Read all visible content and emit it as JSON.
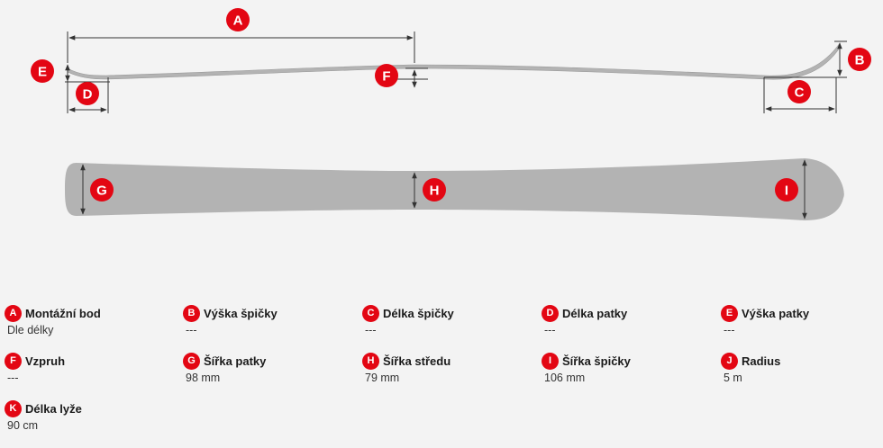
{
  "markers": {
    "A": "A",
    "B": "B",
    "C": "C",
    "D": "D",
    "E": "E",
    "F": "F",
    "G": "G",
    "H": "H",
    "I": "I",
    "J": "J",
    "K": "K"
  },
  "legend": [
    {
      "letter": "A",
      "label": "Montážní bod",
      "value": "Dle délky"
    },
    {
      "letter": "B",
      "label": "Výška špičky",
      "value": "---"
    },
    {
      "letter": "C",
      "label": "Délka špičky",
      "value": "---"
    },
    {
      "letter": "D",
      "label": "Délka patky",
      "value": "---"
    },
    {
      "letter": "E",
      "label": "Výška patky",
      "value": "---"
    },
    {
      "letter": "F",
      "label": "Vzpruh",
      "value": "---"
    },
    {
      "letter": "G",
      "label": "Šířka patky",
      "value": "98 mm"
    },
    {
      "letter": "H",
      "label": "Šířka středu",
      "value": "79 mm"
    },
    {
      "letter": "I",
      "label": "Šířka špičky",
      "value": "106 mm"
    },
    {
      "letter": "J",
      "label": "Radius",
      "value": "5 m"
    },
    {
      "letter": "K",
      "label": "Délka lyže",
      "value": "90 cm"
    }
  ],
  "colors": {
    "accent": "#e30613",
    "ski": "#b3b3b3",
    "dimension_line": "#333333"
  }
}
